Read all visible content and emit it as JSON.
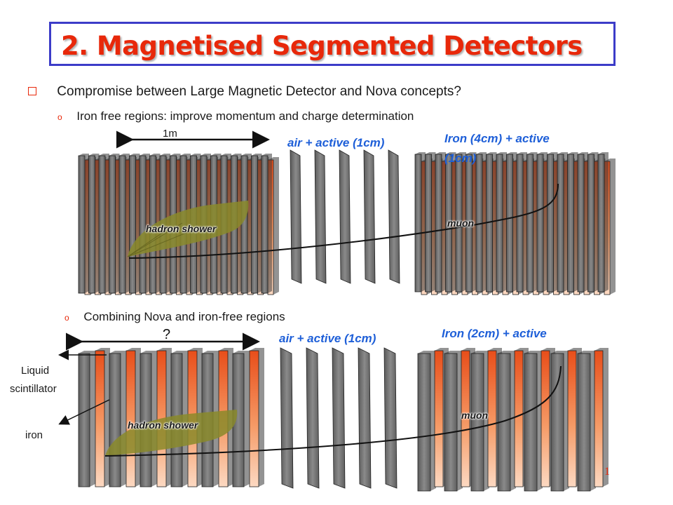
{
  "slide": {
    "title": "2. Magnetised Segmented Detectors",
    "bullet_main": "Compromise between Large Magnetic Detector and Noνa concepts?",
    "bullet_sub1": "Iron free regions: improve momentum and charge determination",
    "bullet_sub2": "Combining Noνa and iron-free regions",
    "page_number": "1"
  },
  "diagram_top": {
    "scale_label": "1m",
    "air_label": "air + active (1cm)",
    "iron_label_line1": "Iron (4cm) + active",
    "iron_label_line2": "(1cm)",
    "shower_label": "hadron shower",
    "muon_label": "muon"
  },
  "diagram_bottom": {
    "scale_label": "?",
    "air_label": "air + active (1cm)",
    "iron_label_line1": "Iron (2cm) + active",
    "shower_label": "hadron shower",
    "muon_label": "muon",
    "liquid_label_line1": "Liquid",
    "liquid_label_line2": "scintillator",
    "iron_pointer_label": "iron"
  },
  "colors": {
    "title": "#e8280a",
    "title_border": "#3c3cc8",
    "label_blue": "#1e5fd8",
    "slab_orange": "#f07a3c",
    "slab_grey": "#6a6a6a",
    "shower": "#8a8a2a"
  }
}
